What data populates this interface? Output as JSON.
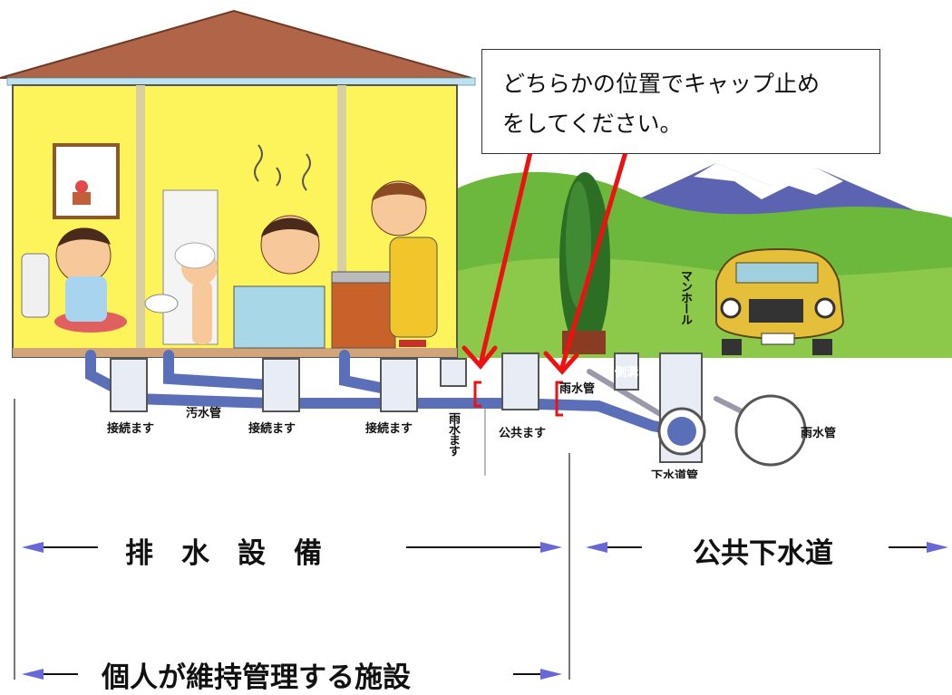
{
  "callout": {
    "line1": "どちらかの位置でキャップ止め",
    "line2": "をしてください。"
  },
  "labels": {
    "connect1": "接続ます",
    "connect2": "接続ます",
    "connect3": "接続ます",
    "sewage_pipe": "汚水管",
    "rain_box": "雨水ます",
    "public_box": "公共ます",
    "rain_pipe_left": "雨水管",
    "rain_pipe_right": "雨水管",
    "side_ditch": "側溝",
    "manhole": "マンホール",
    "sewer_pipe": "下水道管"
  },
  "sections": {
    "drainage": "排　水　設　備",
    "public_sewer": "公共下水道",
    "private": "個人が維持管理する施設"
  },
  "colors": {
    "wall": "#fdf35a",
    "roof": "#b06448",
    "pipe": "#5b6fb8",
    "hill": "#6cb83c",
    "mountain": "#5c63b0",
    "arrow_red": "#ee1111"
  }
}
